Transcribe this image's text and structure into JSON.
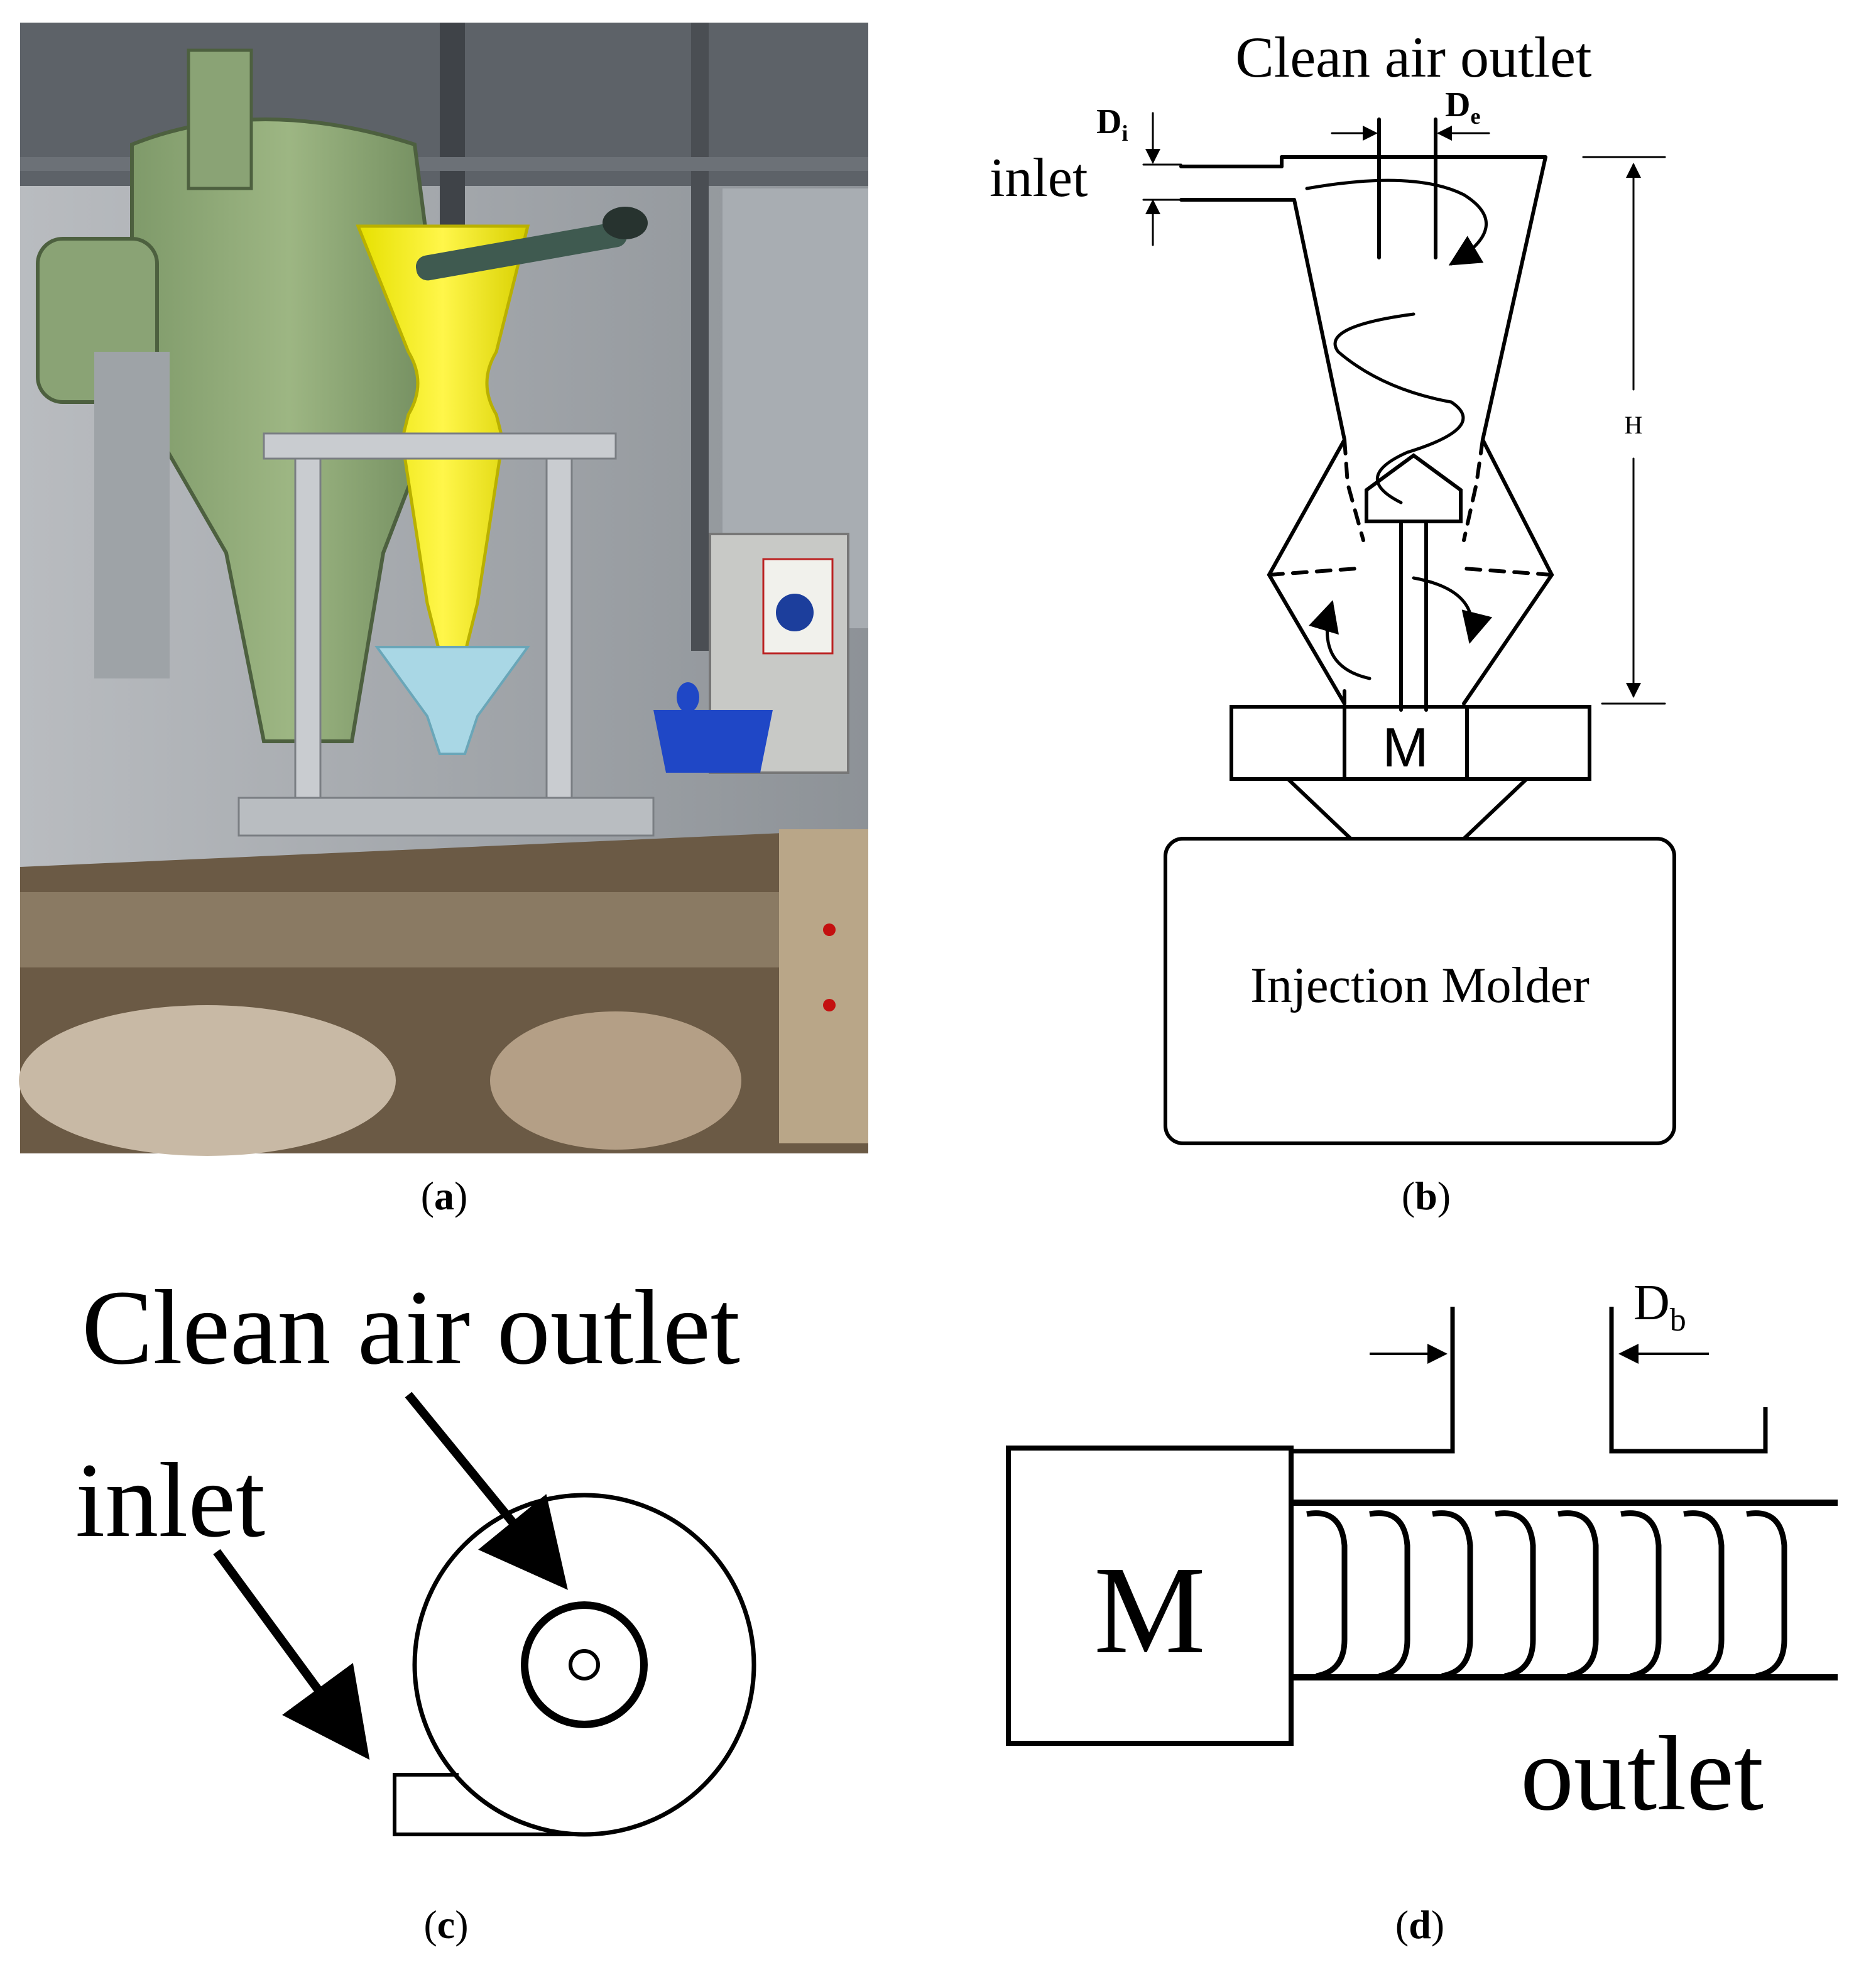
{
  "panels": {
    "a": {
      "caption_open": "(",
      "caption_letter": "a",
      "caption_close": ")"
    },
    "b": {
      "caption_open": "(",
      "caption_letter": "b",
      "caption_close": ")",
      "title": "Clean air outlet",
      "inlet_label": "inlet",
      "di_label": "D",
      "di_sub": "i",
      "de_label": "D",
      "de_sub": "e",
      "height_label": "H",
      "motor_label": "M",
      "machine_label": "Injection Molder"
    },
    "c": {
      "caption_open": "(",
      "caption_letter": "c",
      "caption_close": ")",
      "title": "Clean air outlet",
      "inlet_label": "inlet"
    },
    "d": {
      "caption_open": "(",
      "caption_letter": "d",
      "caption_close": ")",
      "db_label": "D",
      "db_sub": "b",
      "motor_label": "M",
      "outlet_label": "outlet"
    }
  }
}
